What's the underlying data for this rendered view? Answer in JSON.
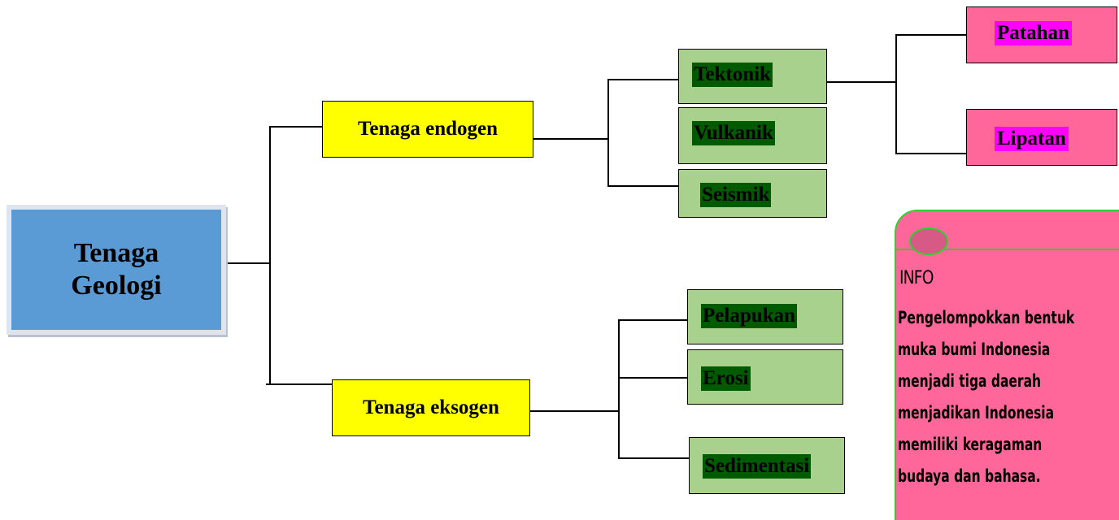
{
  "root": {
    "label": "Tenaga Geologi"
  },
  "branches": {
    "endogen": {
      "label": "Tenaga endogen",
      "items": [
        "Tektonik",
        "Vulkanik",
        "Seismik"
      ]
    },
    "eksogen": {
      "label": "Tenaga eksogen",
      "items": [
        "Pelapukan",
        "Erosi",
        "Sedimentasi"
      ]
    },
    "tektonik_children": [
      "Patahan",
      "Lipatan"
    ]
  },
  "info": {
    "title": "INFO",
    "lines": [
      "Pengelompokkan bentuk",
      "muka bumi Indonesia",
      "menjadi tiga daerah",
      "menjadikan Indonesia",
      "memiliki keragaman",
      "budaya dan bahasa."
    ]
  },
  "colors": {
    "root": "#5b9bd5",
    "branch": "#ffff00",
    "leaf": "#a9d18e",
    "leaf_highlight": "#005a00",
    "sub_leaf": "#ff6699",
    "sub_leaf_highlight": "#ff00ff",
    "info_border": "#33cc33"
  }
}
